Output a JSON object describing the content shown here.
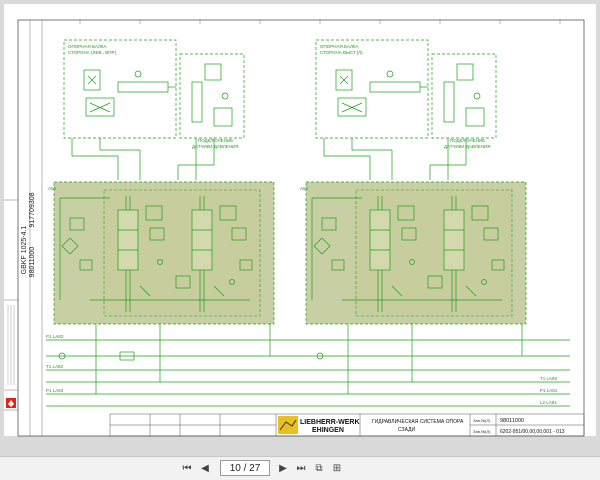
{
  "sidebar": {
    "doc_code_1": "GBKF 1025-4.1",
    "doc_code_2": "917709308",
    "doc_code_3": "98011000"
  },
  "diagram": {
    "left_cylinder_label_1": "ОПОРНАЯ БАЛКА",
    "left_cylinder_label_2": "СТОРОНА (ЛЕВ., ВПР.)",
    "right_cylinder_label_1": "ОПОРНАЯ БАЛКА",
    "right_cylinder_label_2": "СТОРОНА ВЫСТ.(Л)",
    "sensor_label_1": "ПОДКЛЮЧЕНИЕ",
    "sensor_label_2": "ДАТЧИКИ ДАВЛЕНИЯ",
    "line_labels": [
      "P1 LA82",
      "T1 LA82",
      "P1 LA83",
      "T1 LA83",
      "P1 LA81",
      "L2 LA81"
    ],
    "port_left": "A50",
    "port_right": "A50"
  },
  "titleblock": {
    "company_1": "LIEBHERR-WERK",
    "company_2": "EHINGEN",
    "title_1": "ГИДРАВЛИЧЕСКАЯ СИСТЕМА ОПОРА",
    "title_2": "СЗАДИ",
    "number_label": "Зав.№(Л)",
    "number_value": "98011000",
    "drawing_label": "Зав.№(Л)",
    "drawing_value": "6202-951/00,00,00,001 - 013"
  },
  "toolbar": {
    "page_current": "10",
    "page_separator": "/",
    "page_total": "27"
  },
  "colors": {
    "schematic": "#1aa01a",
    "fill": "#b7bf86",
    "paper": "#ffffff",
    "logo": "#e2231a"
  }
}
